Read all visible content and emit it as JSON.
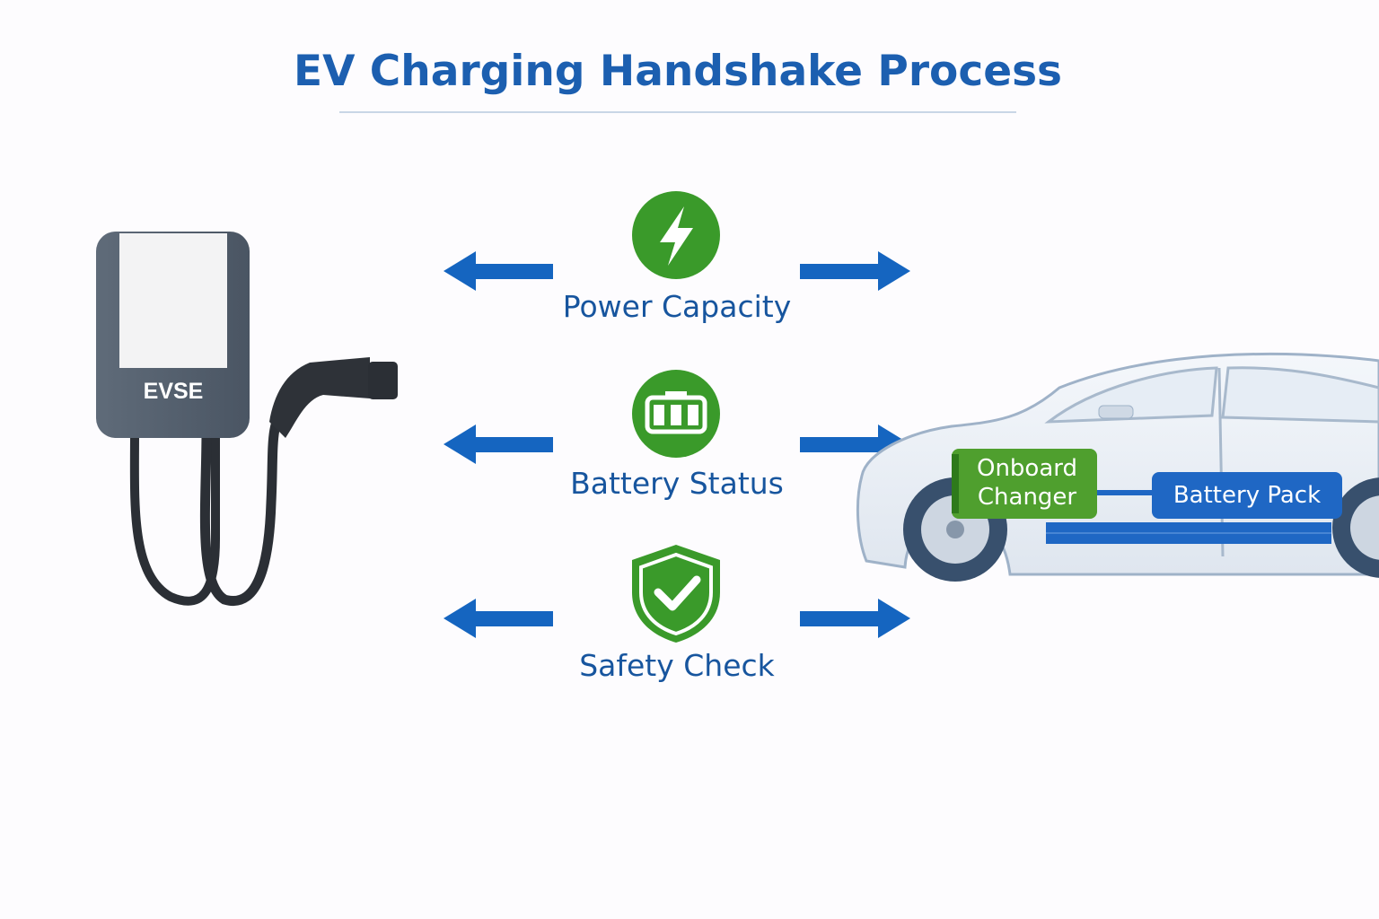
{
  "title": "EV Charging Handshake Process",
  "evse": {
    "label": "EVSE"
  },
  "steps": [
    {
      "label": "Power Capacity",
      "icon": "lightning-bolt-icon"
    },
    {
      "label": "Battery Status",
      "icon": "battery-icon"
    },
    {
      "label": "Safety Check",
      "icon": "shield-check-icon"
    }
  ],
  "vehicle": {
    "onboard_label_line1": "Onboard",
    "onboard_label_line2": "Changer",
    "battery_label": "Battery Pack"
  },
  "colors": {
    "title": "#1c5fb0",
    "arrow": "#1565c0",
    "icon_green": "#3a9a2a",
    "evse_body": "#4f5b69"
  }
}
